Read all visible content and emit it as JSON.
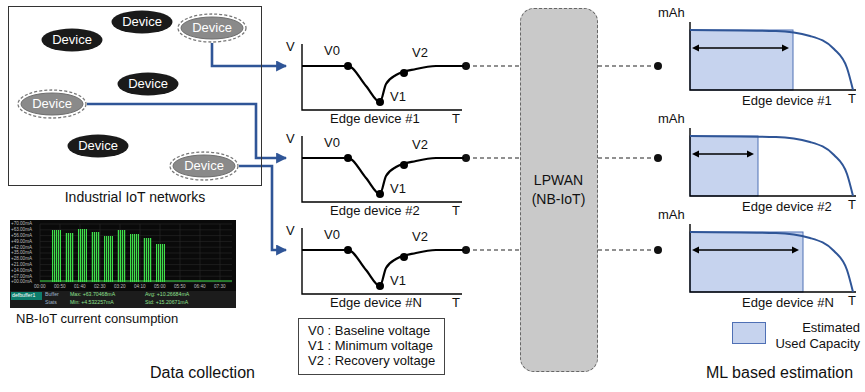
{
  "diagram": {
    "nodes": [
      {
        "text": [
          "Industrial IoT networks"
        ]
      },
      {
        "text": [
          "Device"
        ],
        "in": 0
      },
      {
        "text": [
          "Device"
        ],
        "in": 0
      },
      {
        "text": [
          "Device"
        ],
        "in": 0
      },
      {
        "text": [
          "Device"
        ],
        "in": 0
      },
      {
        "text": [
          "Device"
        ],
        "in": 0
      },
      {
        "text": [
          "Device"
        ],
        "in": 0
      },
      {
        "text": [
          "Device"
        ],
        "in": 0
      },
      {
        "text": [
          "V",
          "V0",
          "V1",
          "V2",
          "T",
          "Edge device #1"
        ]
      },
      {
        "text": [
          "V",
          "V0",
          "V1",
          "V2",
          "T",
          "Edge device #2"
        ]
      },
      {
        "text": [
          "V",
          "V0",
          "V1",
          "V2",
          "T",
          "Edge device #N"
        ]
      },
      {
        "text": [
          "V0 : Baseline voltage",
          "V1 : Minimum voltage",
          "V2 : Recovery voltage"
        ]
      },
      {
        "text": [
          "LPWAN (NB-IoT)"
        ]
      },
      {
        "text": [
          "mAh",
          "T",
          "Edge device #1"
        ]
      },
      {
        "text": [
          "mAh",
          "T",
          "Edge device #2"
        ]
      },
      {
        "text": [
          "mAh",
          "T",
          "Edge device #N"
        ]
      }
    ],
    "edges": [
      {
        "from": 3,
        "to": 8,
        "arrow": "to"
      },
      {
        "from": 5,
        "to": 9,
        "arrow": "to"
      },
      {
        "from": 7,
        "to": 10,
        "arrow": "to"
      },
      {
        "from": 8,
        "to": 12,
        "arrow": "none"
      },
      {
        "from": 9,
        "to": 12,
        "arrow": "none"
      },
      {
        "from": 10,
        "to": 12,
        "arrow": "none"
      },
      {
        "from": 12,
        "to": 13,
        "arrow": "none"
      },
      {
        "from": 12,
        "to": 14,
        "arrow": "none"
      },
      {
        "from": 12,
        "to": 15,
        "arrow": "none"
      }
    ],
    "labels": [
      "+70.00mA",
      "+63.00mA",
      "+56.00mA",
      "+49.00mA",
      "+42.00mA",
      "+35.00mA",
      "+28.00mA",
      "+21.00mA",
      "+14.00mA",
      "+07.00mA",
      "+00.00mA",
      "00:00",
      "00:50",
      "01:40",
      "02:30",
      "03:20",
      "04:10",
      "05:00",
      "05:50",
      "06:40",
      "07:30",
      "defbuffer1",
      "Buffer",
      "Stats",
      "Max: +63.70468mA",
      "Min: +4.532257mA",
      "Avg: +10.26684mA",
      "Std: +15.20671mA",
      "NB-IoT current consumption",
      "Data collection",
      "ML based estimation"
    ],
    "legend": [
      {
        "text": "Estimated Used Capacity",
        "color": "#c6d3ee"
      }
    ]
  }
}
